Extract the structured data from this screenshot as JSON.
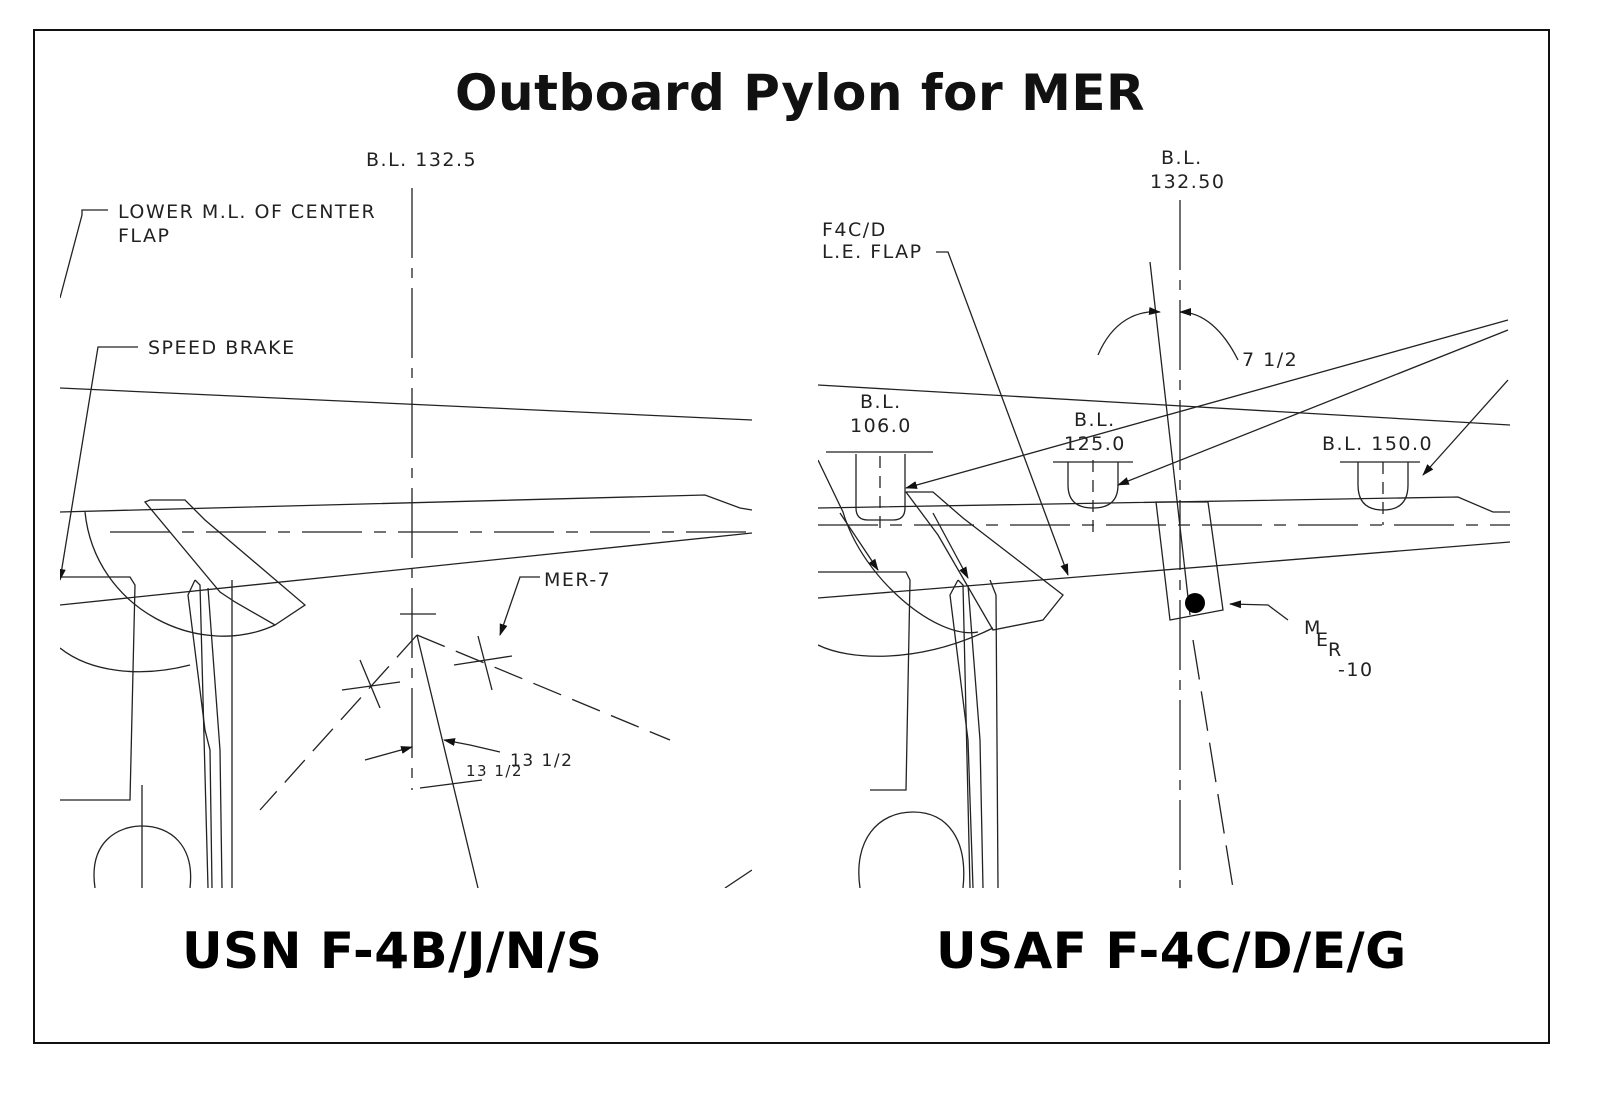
{
  "title": "Outboard Pylon for MER",
  "left": {
    "caption": "USN F-4B/J/N/S",
    "labels": {
      "bl": "B.L. 132.5",
      "lower_ml_1": "LOWER M.L. OF CENTER",
      "lower_ml_2": "FLAP",
      "speed_brake": "SPEED BRAKE",
      "mer": "MER-7",
      "angle_a": "13 1/2",
      "angle_b": "13 1/2"
    }
  },
  "right": {
    "caption": "USAF F-4C/D/E/G",
    "labels": {
      "bl_top_1": "B.L.",
      "bl_top_2": "132.50",
      "flap_1": "F4C/D",
      "flap_2": "L.E. FLAP",
      "angle": "7 1/2",
      "bl106_1": "B.L.",
      "bl106_2": "106.0",
      "bl125_1": "B.L.",
      "bl125_2": "125.0",
      "bl150": "B.L. 150.0",
      "mer_m": "M",
      "mer_e": "E",
      "mer_r": "R",
      "mer_10": "-10"
    }
  }
}
